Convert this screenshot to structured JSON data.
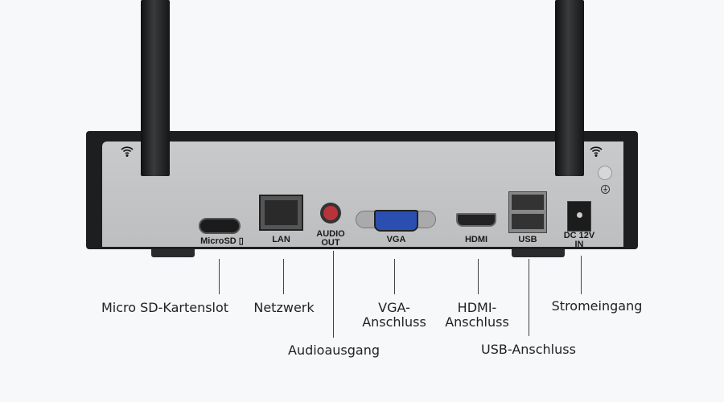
{
  "ports": {
    "microsd": "MicroSD ▯",
    "lan": "LAN",
    "audio_1": "AUDIO",
    "audio_2": "OUT",
    "vga": "VGA",
    "hdmi": "HDMI",
    "usb": "USB",
    "dc_1": "DC  12V",
    "dc_2": "IN"
  },
  "callouts": {
    "microsd": "Micro SD-Kartenslot",
    "lan": "Netzwerk",
    "audio": "Audioausgang",
    "vga_1": "VGA-",
    "vga_2": "Anschluss",
    "hdmi_1": "HDMI-",
    "hdmi_2": "Anschluss",
    "usb": "USB-Anschluss",
    "power": "Stromeingang"
  },
  "colors": {
    "vga_blue": "#2a4fb0",
    "audio_red": "#b8333a"
  }
}
